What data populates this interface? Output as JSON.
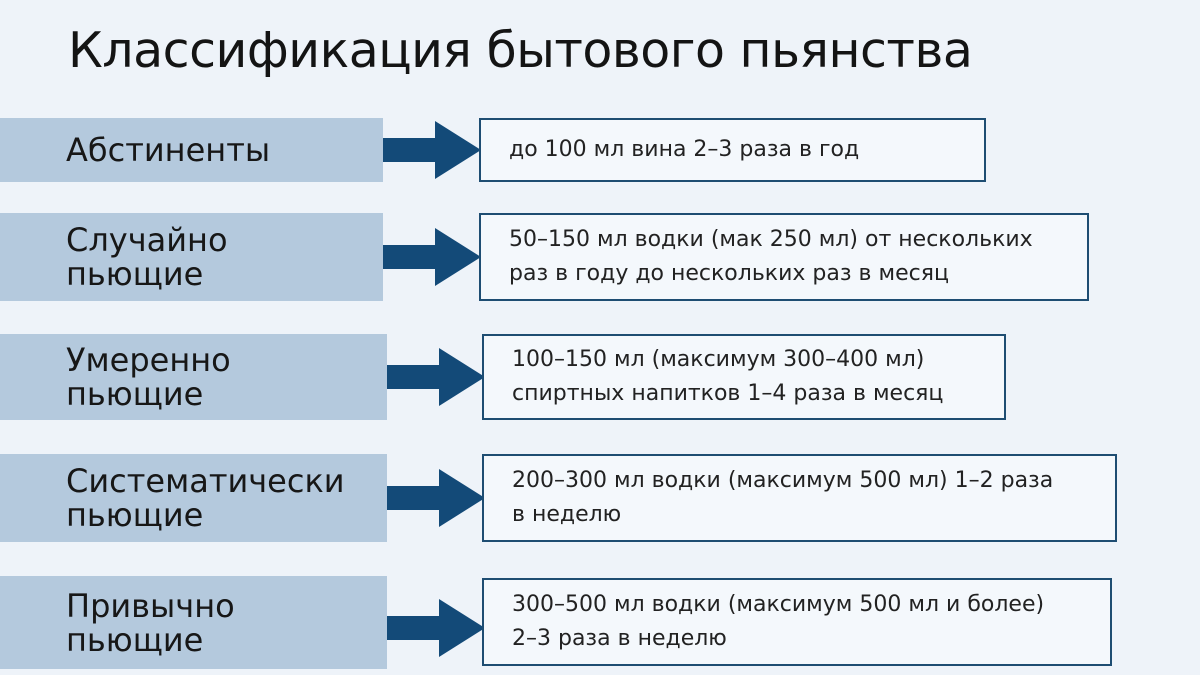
{
  "title": "Классификация бытового пьянства",
  "colors": {
    "label_bg": "#b4c9dd",
    "arrow": "#134a78",
    "box_border": "#1e4d72",
    "page_bg": "#eef3f9"
  },
  "rows": [
    {
      "label_lines": [
        "Абстиненты"
      ],
      "description_lines": [
        "до 100 мл вина 2–3 раза в год"
      ]
    },
    {
      "label_lines": [
        "Случайно",
        "пьющие"
      ],
      "description_lines": [
        "50–150 мл водки (мак 250 мл) от нескольких",
        "раз в году до нескольких раз в месяц"
      ]
    },
    {
      "label_lines": [
        "Умеренно",
        "пьющие"
      ],
      "description_lines": [
        "100–150 мл (максимум 300–400 мл)",
        "спиртных напитков 1–4 раза в месяц"
      ]
    },
    {
      "label_lines": [
        "Систематически",
        "пьющие"
      ],
      "description_lines": [
        "200–300 мл водки (максимум 500 мл) 1–2 раза",
        "в неделю"
      ]
    },
    {
      "label_lines": [
        "Привычно",
        "пьющие"
      ],
      "description_lines": [
        "300–500 мл водки (максимум 500 мл и более)",
        "2–3 раза в неделю"
      ]
    }
  ]
}
